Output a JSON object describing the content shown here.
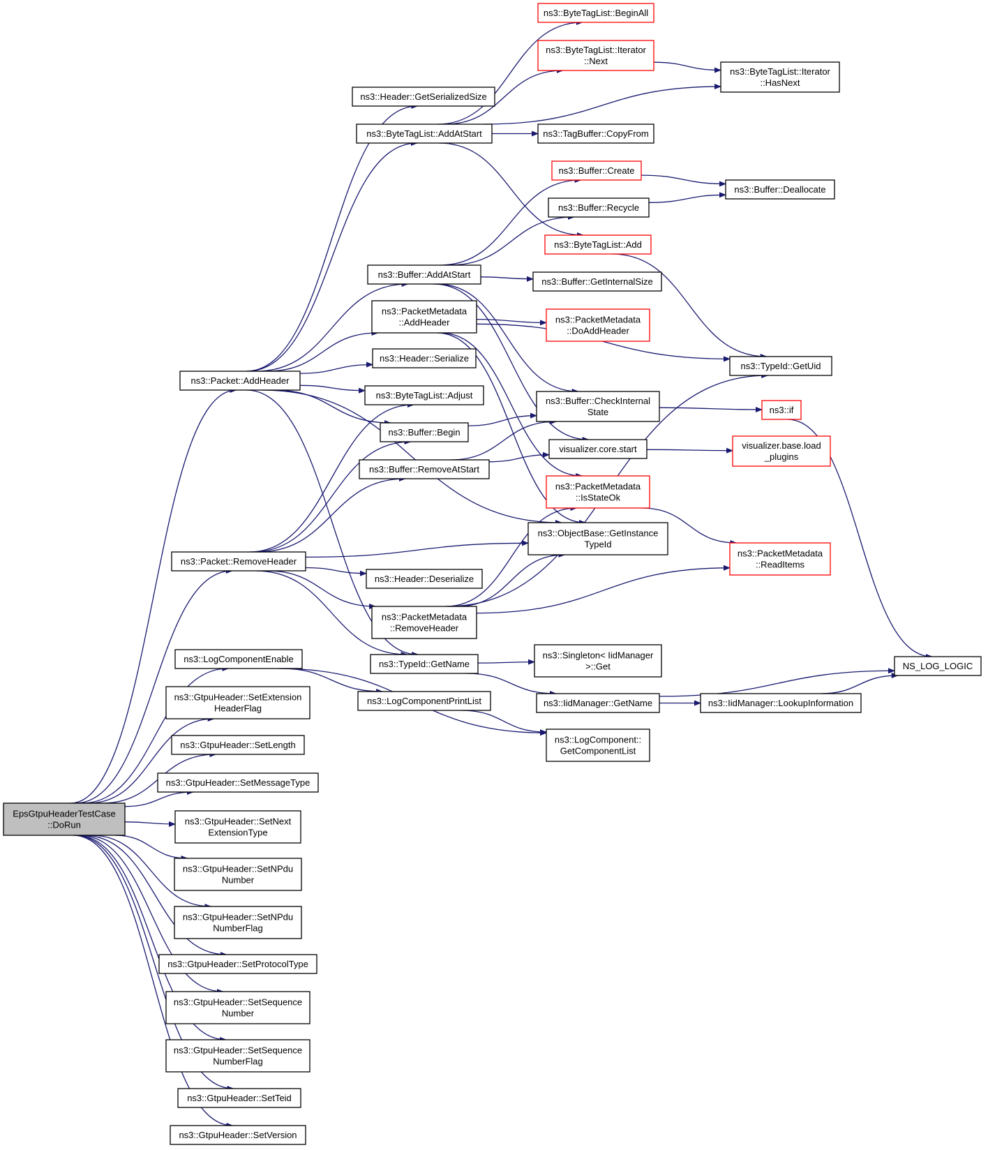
{
  "colors": {
    "edge": "#191970",
    "border_default": "#000000",
    "border_truncated": "#ff0000",
    "root_fill": "#bfbfbf",
    "node_fill": "#ffffff"
  },
  "nodes": [
    {
      "id": "root",
      "lines": [
        "EpsGtpuHeaderTestCase",
        "::DoRun"
      ],
      "style": "root"
    },
    {
      "id": "addheader",
      "lines": [
        "ns3::Packet::AddHeader"
      ]
    },
    {
      "id": "removeheader",
      "lines": [
        "ns3::Packet::RemoveHeader"
      ]
    },
    {
      "id": "logenable",
      "lines": [
        "ns3::LogComponentEnable"
      ]
    },
    {
      "id": "setext",
      "lines": [
        "ns3::GtpuHeader::SetExtension",
        "HeaderFlag"
      ]
    },
    {
      "id": "setlen",
      "lines": [
        "ns3::GtpuHeader::SetLength"
      ]
    },
    {
      "id": "setmsg",
      "lines": [
        "ns3::GtpuHeader::SetMessageType"
      ]
    },
    {
      "id": "setnext",
      "lines": [
        "ns3::GtpuHeader::SetNext",
        "ExtensionType"
      ]
    },
    {
      "id": "setnpdu",
      "lines": [
        "ns3::GtpuHeader::SetNPdu",
        "Number"
      ]
    },
    {
      "id": "setnpduflag",
      "lines": [
        "ns3::GtpuHeader::SetNPdu",
        "NumberFlag"
      ]
    },
    {
      "id": "setproto",
      "lines": [
        "ns3::GtpuHeader::SetProtocolType"
      ]
    },
    {
      "id": "setseq",
      "lines": [
        "ns3::GtpuHeader::SetSequence",
        "Number"
      ]
    },
    {
      "id": "setseqflag",
      "lines": [
        "ns3::GtpuHeader::SetSequence",
        "NumberFlag"
      ]
    },
    {
      "id": "setteid",
      "lines": [
        "ns3::GtpuHeader::SetTeid"
      ]
    },
    {
      "id": "setver",
      "lines": [
        "ns3::GtpuHeader::SetVersion"
      ]
    },
    {
      "id": "hdrsize",
      "lines": [
        "ns3::Header::GetSerializedSize"
      ]
    },
    {
      "id": "btl_addatstart",
      "lines": [
        "ns3::ByteTagList::AddAtStart"
      ]
    },
    {
      "id": "buf_addatstart",
      "lines": [
        "ns3::Buffer::AddAtStart"
      ]
    },
    {
      "id": "pm_addheader",
      "lines": [
        "ns3::PacketMetadata",
        "::AddHeader"
      ]
    },
    {
      "id": "hdr_serialize",
      "lines": [
        "ns3::Header::Serialize"
      ]
    },
    {
      "id": "btl_adjust",
      "lines": [
        "ns3::ByteTagList::Adjust"
      ]
    },
    {
      "id": "buf_begin",
      "lines": [
        "ns3::Buffer::Begin"
      ]
    },
    {
      "id": "buf_removeatstart",
      "lines": [
        "ns3::Buffer::RemoveAtStart"
      ]
    },
    {
      "id": "hdr_deserialize",
      "lines": [
        "ns3::Header::Deserialize"
      ]
    },
    {
      "id": "pm_removeheader",
      "lines": [
        "ns3::PacketMetadata",
        "::RemoveHeader"
      ]
    },
    {
      "id": "typeid_getname",
      "lines": [
        "ns3::TypeId::GetName"
      ]
    },
    {
      "id": "logprintlist",
      "lines": [
        "ns3::LogComponentPrintList"
      ]
    },
    {
      "id": "btl_beginall",
      "lines": [
        "ns3::ByteTagList::BeginAll"
      ],
      "style": "truncated"
    },
    {
      "id": "btl_it_next",
      "lines": [
        "ns3::ByteTagList::Iterator",
        "::Next"
      ],
      "style": "truncated"
    },
    {
      "id": "btl_it_hasnext",
      "lines": [
        "ns3::ByteTagList::Iterator",
        "::HasNext"
      ]
    },
    {
      "id": "tagbuf_copyfrom",
      "lines": [
        "ns3::TagBuffer::CopyFrom"
      ]
    },
    {
      "id": "buf_create",
      "lines": [
        "ns3::Buffer::Create"
      ],
      "style": "truncated"
    },
    {
      "id": "buf_recycle",
      "lines": [
        "ns3::Buffer::Recycle"
      ]
    },
    {
      "id": "btl_add",
      "lines": [
        "ns3::ByteTagList::Add"
      ],
      "style": "truncated"
    },
    {
      "id": "buf_dealloc",
      "lines": [
        "ns3::Buffer::Deallocate"
      ]
    },
    {
      "id": "buf_internalsize",
      "lines": [
        "ns3::Buffer::GetInternalSize"
      ]
    },
    {
      "id": "pm_doaddheader",
      "lines": [
        "ns3::PacketMetadata",
        "::DoAddHeader"
      ],
      "style": "truncated"
    },
    {
      "id": "typeid_getuid",
      "lines": [
        "ns3::TypeId::GetUid"
      ]
    },
    {
      "id": "buf_checkstate",
      "lines": [
        "ns3::Buffer::CheckInternal",
        "State"
      ]
    },
    {
      "id": "ns3_if",
      "lines": [
        "ns3::if"
      ],
      "style": "truncated"
    },
    {
      "id": "vis_start",
      "lines": [
        "visualizer.core.start"
      ]
    },
    {
      "id": "vis_loadplugins",
      "lines": [
        "visualizer.base.load",
        "_plugins"
      ],
      "style": "truncated"
    },
    {
      "id": "pm_isstateok",
      "lines": [
        "ns3::PacketMetadata",
        "::IsStateOk"
      ],
      "style": "truncated"
    },
    {
      "id": "objbase_gettypeid",
      "lines": [
        "ns3::ObjectBase::GetInstance",
        "TypeId"
      ]
    },
    {
      "id": "pm_readitems",
      "lines": [
        "ns3::PacketMetadata",
        "::ReadItems"
      ],
      "style": "truncated"
    },
    {
      "id": "singleton_get",
      "lines": [
        "ns3::Singleton< IidManager",
        " >::Get"
      ]
    },
    {
      "id": "iid_getname",
      "lines": [
        "ns3::IidManager::GetName"
      ]
    },
    {
      "id": "iid_lookup",
      "lines": [
        "ns3::IidManager::LookupInformation"
      ]
    },
    {
      "id": "ns_log_logic",
      "lines": [
        "NS_LOG_LOGIC"
      ]
    },
    {
      "id": "logcomp_getlist",
      "lines": [
        "ns3::LogComponent::",
        "GetComponentList"
      ]
    }
  ],
  "edges": [
    [
      "root",
      "addheader"
    ],
    [
      "root",
      "removeheader"
    ],
    [
      "root",
      "logenable"
    ],
    [
      "root",
      "setext"
    ],
    [
      "root",
      "setlen"
    ],
    [
      "root",
      "setmsg"
    ],
    [
      "root",
      "setnext"
    ],
    [
      "root",
      "setnpdu"
    ],
    [
      "root",
      "setnpduflag"
    ],
    [
      "root",
      "setproto"
    ],
    [
      "root",
      "setseq"
    ],
    [
      "root",
      "setseqflag"
    ],
    [
      "root",
      "setteid"
    ],
    [
      "root",
      "setver"
    ],
    [
      "addheader",
      "hdrsize"
    ],
    [
      "addheader",
      "btl_addatstart"
    ],
    [
      "addheader",
      "buf_addatstart"
    ],
    [
      "addheader",
      "pm_addheader"
    ],
    [
      "addheader",
      "hdr_serialize"
    ],
    [
      "addheader",
      "btl_adjust"
    ],
    [
      "addheader",
      "buf_begin"
    ],
    [
      "addheader",
      "objbase_gettypeid"
    ],
    [
      "addheader",
      "typeid_getname"
    ],
    [
      "removeheader",
      "btl_adjust"
    ],
    [
      "removeheader",
      "buf_begin"
    ],
    [
      "removeheader",
      "buf_removeatstart"
    ],
    [
      "removeheader",
      "objbase_gettypeid"
    ],
    [
      "removeheader",
      "hdr_deserialize"
    ],
    [
      "removeheader",
      "pm_removeheader"
    ],
    [
      "removeheader",
      "typeid_getname"
    ],
    [
      "logenable",
      "logprintlist"
    ],
    [
      "logenable",
      "logcomp_getlist"
    ],
    [
      "btl_addatstart",
      "btl_beginall"
    ],
    [
      "btl_addatstart",
      "btl_it_next"
    ],
    [
      "btl_addatstart",
      "btl_it_hasnext"
    ],
    [
      "btl_addatstart",
      "tagbuf_copyfrom"
    ],
    [
      "btl_addatstart",
      "btl_add"
    ],
    [
      "btl_it_next",
      "btl_it_hasnext"
    ],
    [
      "buf_addatstart",
      "buf_create"
    ],
    [
      "buf_addatstart",
      "buf_recycle"
    ],
    [
      "buf_addatstart",
      "buf_internalsize"
    ],
    [
      "buf_addatstart",
      "buf_checkstate"
    ],
    [
      "buf_addatstart",
      "vis_start"
    ],
    [
      "buf_create",
      "buf_dealloc"
    ],
    [
      "buf_recycle",
      "buf_dealloc"
    ],
    [
      "btl_add",
      "typeid_getuid"
    ],
    [
      "pm_addheader",
      "pm_doaddheader"
    ],
    [
      "pm_addheader",
      "typeid_getuid"
    ],
    [
      "pm_addheader",
      "pm_isstateok"
    ],
    [
      "pm_addheader",
      "objbase_gettypeid"
    ],
    [
      "buf_begin",
      "buf_checkstate"
    ],
    [
      "buf_removeatstart",
      "buf_checkstate"
    ],
    [
      "buf_removeatstart",
      "vis_start"
    ],
    [
      "buf_checkstate",
      "ns3_if"
    ],
    [
      "ns3_if",
      "ns_log_logic"
    ],
    [
      "vis_start",
      "vis_loadplugins"
    ],
    [
      "pm_removeheader",
      "pm_isstateok"
    ],
    [
      "pm_removeheader",
      "objbase_gettypeid"
    ],
    [
      "pm_removeheader",
      "typeid_getuid"
    ],
    [
      "pm_removeheader",
      "pm_readitems"
    ],
    [
      "pm_isstateok",
      "pm_readitems"
    ],
    [
      "typeid_getname",
      "singleton_get"
    ],
    [
      "typeid_getname",
      "iid_getname"
    ],
    [
      "iid_getname",
      "iid_lookup"
    ],
    [
      "iid_getname",
      "ns_log_logic"
    ],
    [
      "iid_lookup",
      "ns_log_logic"
    ],
    [
      "logprintlist",
      "logcomp_getlist"
    ]
  ]
}
